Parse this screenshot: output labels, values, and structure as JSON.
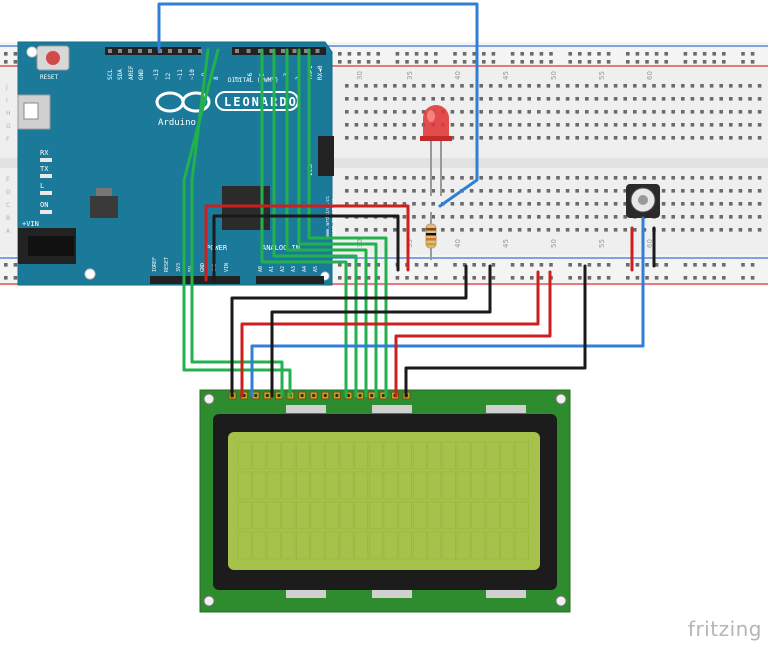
{
  "arduino": {
    "brand": "Arduino",
    "model": "LEONARDO",
    "reset_label": "RESET",
    "header_labels": [
      "SCL",
      "SDA",
      "AREF",
      "GND",
      "~13",
      "12",
      "~11",
      "~10",
      "~9",
      "8",
      "7",
      "~6",
      "~5",
      "4",
      "~3",
      "2",
      "TX►1",
      "RX◄0"
    ],
    "digital_label": "DIGITAL (PWM~)",
    "led_labels": [
      "RX",
      "TX",
      "L",
      "ON"
    ],
    "icsp_label": "ICSP",
    "power_label": "POWER",
    "analog_label": "ANALOG IN",
    "power_pins": [
      "IOREF",
      "RESET",
      "3V3",
      "5V",
      "GND",
      "GND",
      "VIN"
    ],
    "analog_pins": [
      "A0",
      "A1",
      "A2",
      "A3",
      "A4",
      "A5"
    ],
    "vin_label": "+VIN",
    "site_text": "www.arduino.cc",
    "made_in": "MADE IN ITALY"
  },
  "breadboard": {
    "column_numbers": [
      "30",
      "35",
      "40",
      "45",
      "50",
      "55",
      "60"
    ],
    "row_letters_top": [
      "J",
      "I",
      "H",
      "G",
      "F"
    ],
    "row_letters_bottom": [
      "E",
      "D",
      "C",
      "B",
      "A"
    ]
  },
  "colors": {
    "board": "#1b7a99",
    "wire_green": "#22b14c",
    "wire_black": "#1a1a1a",
    "wire_red": "#cc1f1f",
    "wire_blue": "#2f7fd6",
    "lcd_pcb": "#2e8b2e",
    "lcd_screen": "#a6c24a",
    "breadboard": "#efefef"
  },
  "watermark": "fritzing"
}
